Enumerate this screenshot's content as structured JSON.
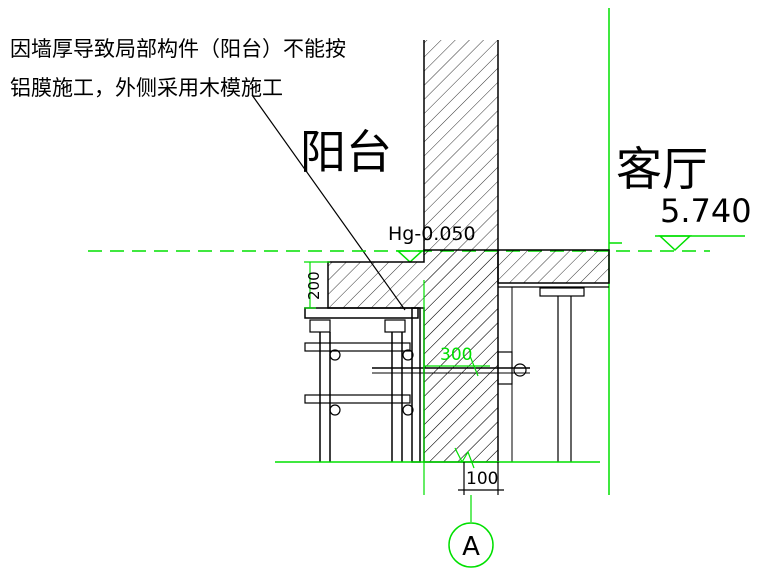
{
  "note": {
    "line1": "因墙厚导致局部构件（阳台）不能按",
    "line2": "铝膜施工，外侧采用木模施工"
  },
  "rooms": {
    "balcony": "阳台",
    "living": "客厅"
  },
  "levels": {
    "floor_elevation": "5.740",
    "balcony_offset": "Hg-0.050"
  },
  "dimensions": {
    "slab_thickness": "200",
    "wall_offset": "300",
    "formwork_gap": "100"
  },
  "axis": {
    "label": "A"
  },
  "colors": {
    "green": "#00e000",
    "black": "#000000",
    "concrete_hatch": "#000000"
  }
}
